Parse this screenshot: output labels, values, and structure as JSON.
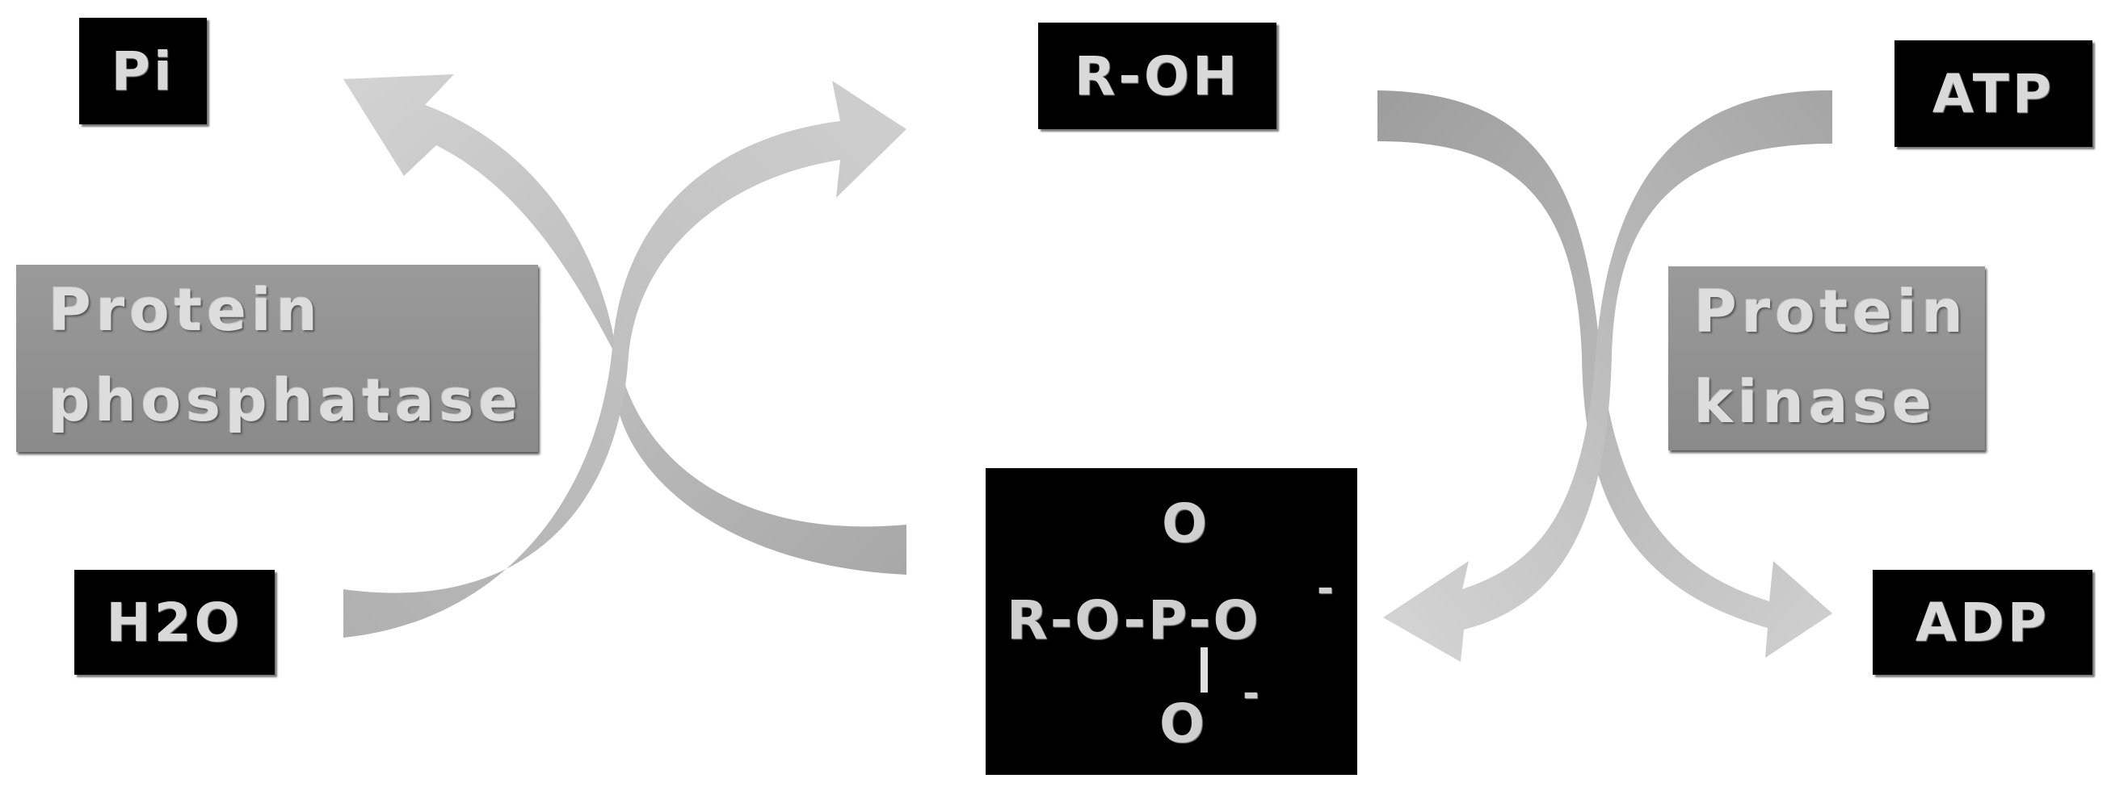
{
  "molecules": {
    "pi": "Pi",
    "r_oh": "R-OH",
    "atp": "ATP",
    "h2o": "H2O",
    "adp": "ADP"
  },
  "enzymes": {
    "phosphatase": [
      "Protein",
      "phosphatase"
    ],
    "kinase": [
      "Protein",
      "kinase"
    ]
  },
  "phosphorylated_product": {
    "top_oxygen": "O",
    "formula": "R-O-P-O",
    "bottom_oxygen": "O",
    "charge_right": "-",
    "charge_bottom": "-"
  },
  "colors": {
    "arrow_light": "#c8c8c8",
    "arrow_dark": "#a6a6a6",
    "label_box": "#000000",
    "enzyme_box": "#8f8f8f"
  }
}
